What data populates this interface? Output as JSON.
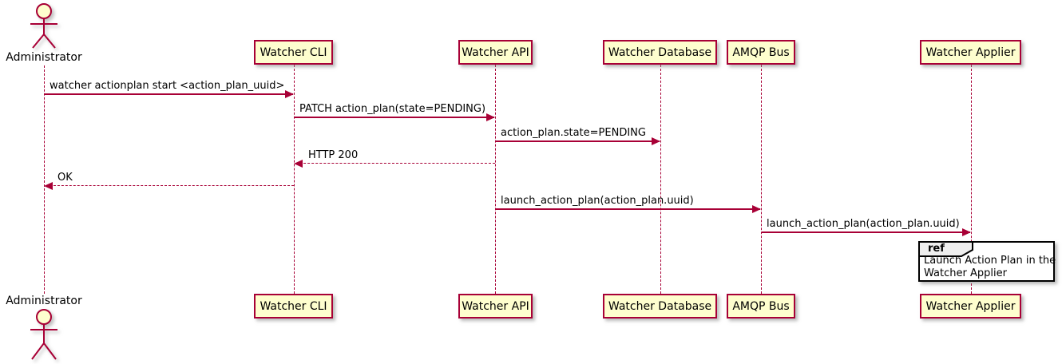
{
  "diagram_type": "uml-sequence-diagram",
  "actor": {
    "label": "Administrator"
  },
  "participants": [
    {
      "label": "Watcher CLI"
    },
    {
      "label": "Watcher API"
    },
    {
      "label": "Watcher Database"
    },
    {
      "label": "AMQP Bus"
    },
    {
      "label": "Watcher Applier"
    }
  ],
  "messages": [
    {
      "from": "Administrator",
      "to": "Watcher CLI",
      "label": "watcher actionplan start <action_plan_uuid>",
      "line": "solid",
      "direction": "right"
    },
    {
      "from": "Watcher CLI",
      "to": "Watcher API",
      "label": "PATCH action_plan(state=PENDING)",
      "line": "solid",
      "direction": "right"
    },
    {
      "from": "Watcher API",
      "to": "Watcher Database",
      "label": "action_plan.state=PENDING",
      "line": "solid",
      "direction": "right"
    },
    {
      "from": "Watcher API",
      "to": "Watcher CLI",
      "label": "HTTP 200",
      "line": "dashed",
      "direction": "left"
    },
    {
      "from": "Watcher CLI",
      "to": "Administrator",
      "label": "OK",
      "line": "dashed",
      "direction": "left"
    },
    {
      "from": "Watcher API",
      "to": "AMQP Bus",
      "label": "launch_action_plan(action_plan.uuid)",
      "line": "solid",
      "direction": "right"
    },
    {
      "from": "AMQP Bus",
      "to": "Watcher Applier",
      "label": "launch_action_plan(action_plan.uuid)",
      "line": "solid",
      "direction": "right"
    }
  ],
  "ref": {
    "keyword": "ref",
    "lines": [
      "Launch Action Plan in the",
      "Watcher Applier"
    ]
  },
  "colors": {
    "line": "#A80036",
    "participant_fill": "#FEFECE",
    "text": "#000000",
    "ref_tab_fill": "#EEEEEE",
    "ref_border": "#000000",
    "background": "#FFFFFF"
  }
}
